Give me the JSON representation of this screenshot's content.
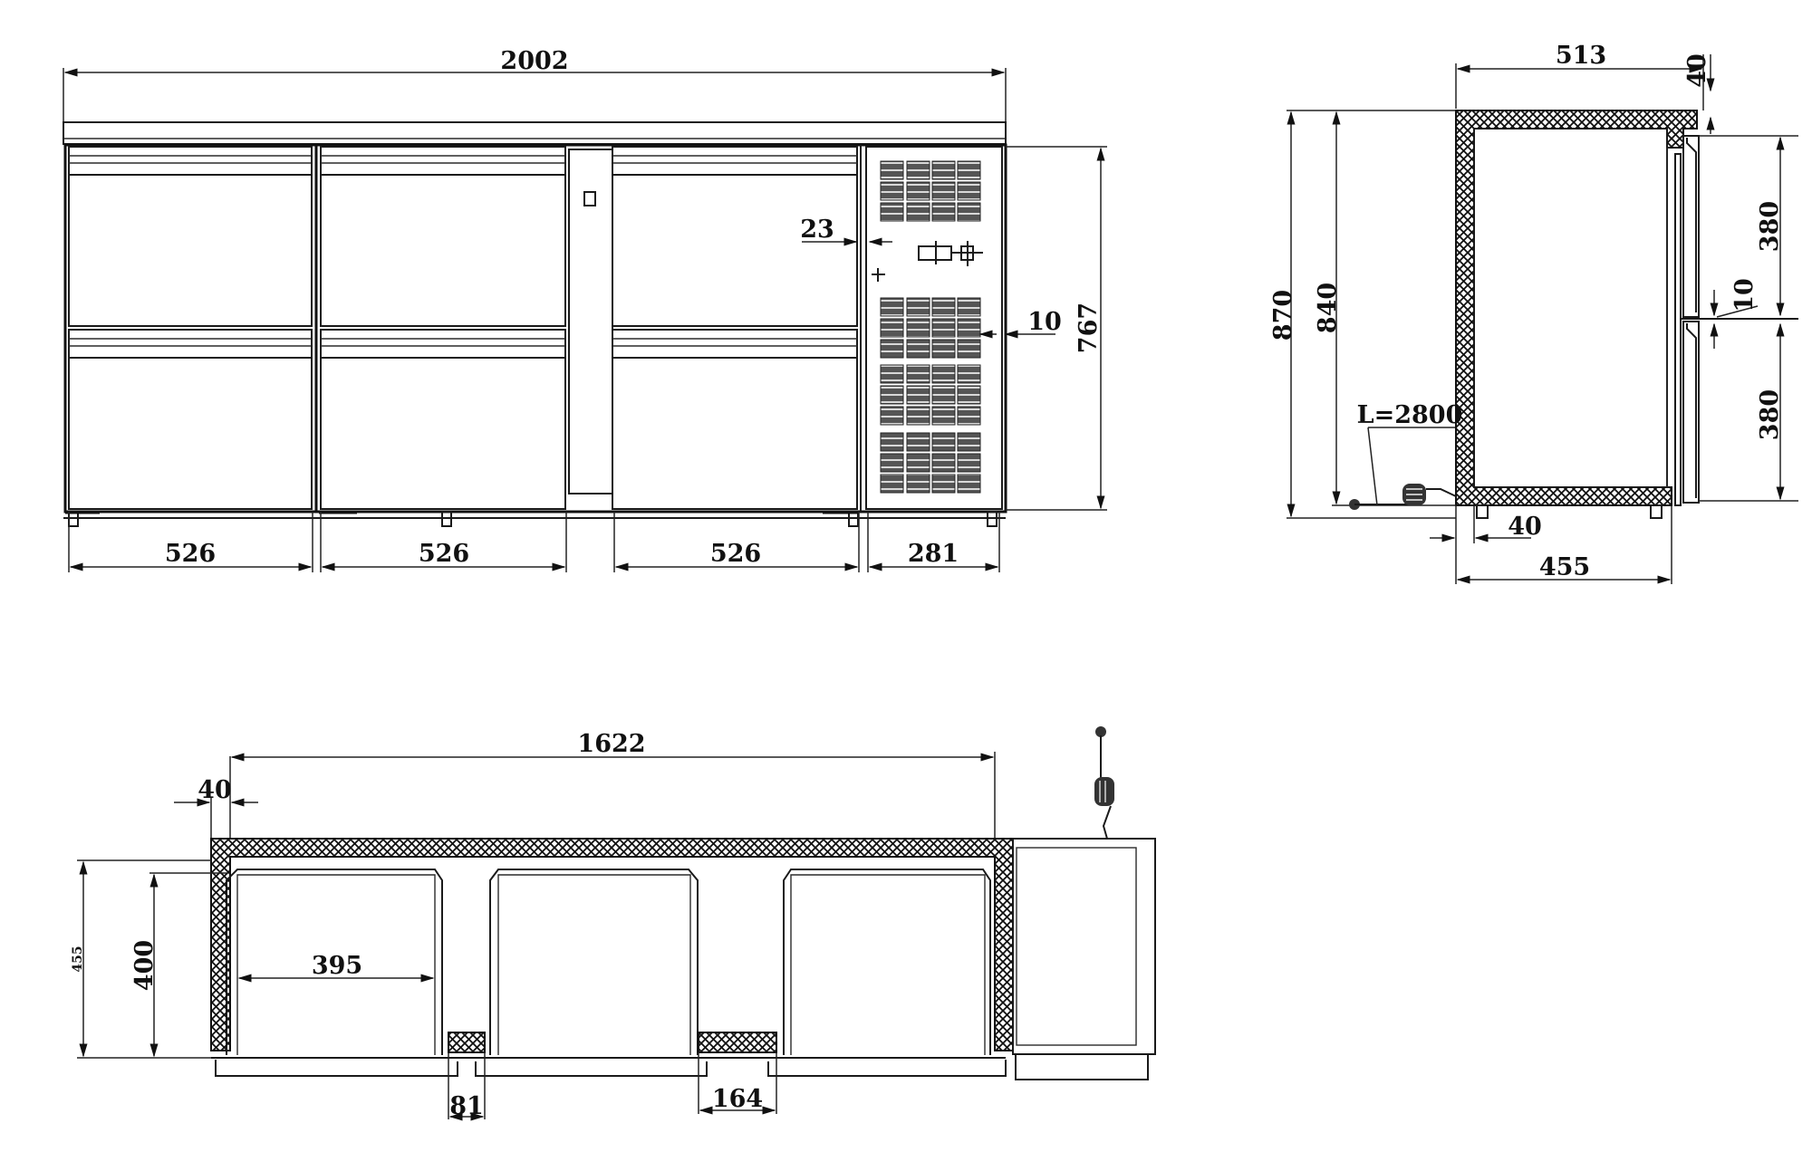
{
  "drawing": {
    "title": "Refrigerated back bar counter - 3 drawer sections - technical drawing",
    "views": [
      "front-view",
      "side-section-view",
      "plan-section-view"
    ],
    "colors": {
      "line": "#111111",
      "background": "#ffffff"
    }
  },
  "front_view": {
    "overall_width": "2002",
    "section_widths": [
      "526",
      "526",
      "526",
      "281"
    ],
    "body_height": "767",
    "grille_offset": "10",
    "side_offset": "23"
  },
  "side_view": {
    "depth_top": "513",
    "top_overhang": "40",
    "total_height": "870",
    "body_height": "840",
    "drawer_height_upper": "380",
    "drawer_gap": "10",
    "drawer_height_lower": "380",
    "cable_length": "L=2800",
    "wall_thickness": "40",
    "base_depth": "455"
  },
  "plan_view": {
    "inner_length": "1622",
    "wall_thickness": "40",
    "total_depth": "455",
    "inner_depth": "400",
    "drawer_width": "395",
    "divider_small": "81",
    "divider_large": "164"
  }
}
